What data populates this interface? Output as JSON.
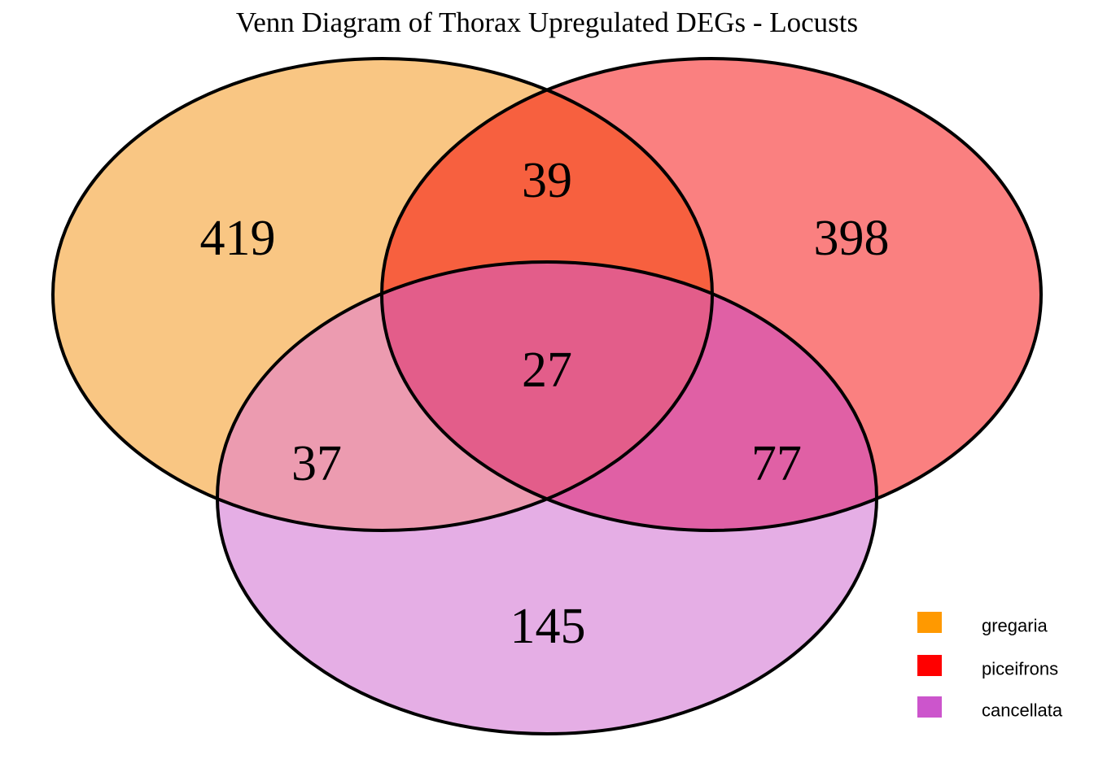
{
  "title": "Venn Diagram of Thorax Upregulated DEGs - Locusts",
  "chart_data": {
    "type": "venn",
    "title": "Venn Diagram of Thorax Upregulated DEGs - Locusts",
    "sets": [
      "gregaria",
      "piceifrons",
      "cancellata"
    ],
    "set_colors": [
      "#FF9900",
      "#FF0000",
      "#CC55CC"
    ],
    "regions": [
      {
        "id": "gregaria-only",
        "sets": [
          "gregaria"
        ],
        "value": 419,
        "fill": "#F9C683"
      },
      {
        "id": "piceifrons-only",
        "sets": [
          "piceifrons"
        ],
        "value": 398,
        "fill": "#FA8080"
      },
      {
        "id": "cancellata-only",
        "sets": [
          "cancellata"
        ],
        "value": 145,
        "fill": "#E5AEE5"
      },
      {
        "id": "gregaria-piceifrons",
        "sets": [
          "gregaria",
          "piceifrons"
        ],
        "value": 39,
        "fill": "#F7603F"
      },
      {
        "id": "gregaria-cancellata",
        "sets": [
          "gregaria",
          "cancellata"
        ],
        "value": 37,
        "fill": "#EC9BB0"
      },
      {
        "id": "piceifrons-cancellata",
        "sets": [
          "piceifrons",
          "cancellata"
        ],
        "value": 77,
        "fill": "#E060A5"
      },
      {
        "id": "all-three",
        "sets": [
          "gregaria",
          "piceifrons",
          "cancellata"
        ],
        "value": 27,
        "fill": "#E35D8A"
      }
    ],
    "counts": {
      "gregaria_only": 419,
      "piceifrons_only": 398,
      "cancellata_only": 145,
      "gregaria_piceifrons": 39,
      "gregaria_cancellata": 37,
      "piceifrons_cancellata": 77,
      "all_three": 27
    },
    "legend_position": "bottom-right",
    "outline_color": "#000000"
  },
  "counts": {
    "gregaria_only": "419",
    "piceifrons_only": "398",
    "cancellata_only": "145",
    "gregaria_piceifrons": "39",
    "gregaria_cancellata": "37",
    "piceifrons_cancellata": "77",
    "all_three": "27"
  },
  "legend": {
    "items": [
      {
        "label": "gregaria",
        "color": "#FF9900"
      },
      {
        "label": "piceifrons",
        "color": "#FF0000"
      },
      {
        "label": "cancellata",
        "color": "#CC55CC"
      }
    ]
  }
}
